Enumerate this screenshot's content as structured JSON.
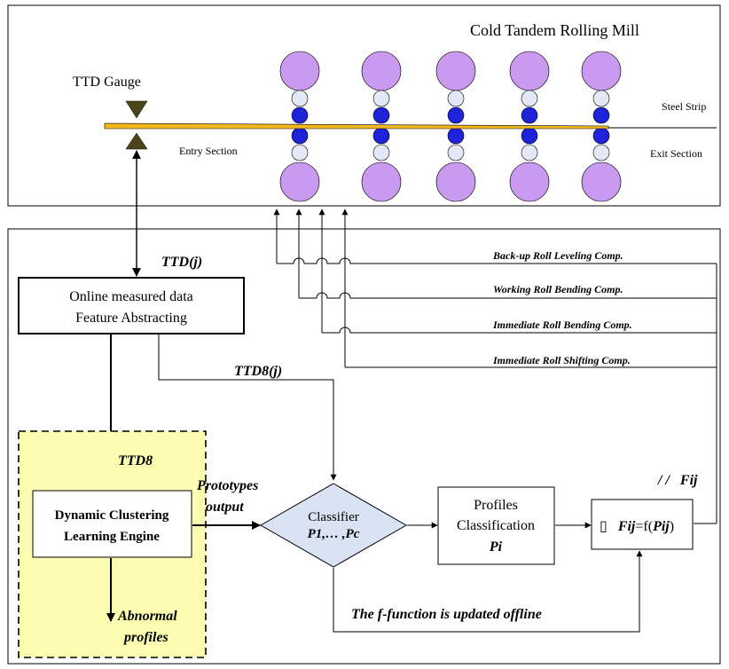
{
  "mill": {
    "title": "Cold Tandem Rolling Mill",
    "gauge_label": "TTD Gauge",
    "entry_label": "Entry  Section",
    "exit_label": "Exit Section",
    "strip_label": "Steel Strip",
    "stand_count": 5
  },
  "comp_lines": [
    "Back-up Roll Leveling Comp.",
    "Working Roll Bending Comp.",
    "Immediate Roll Bending Comp.",
    "Immediate Roll Shifting Comp."
  ],
  "signals": {
    "ttd_j": "TTD(j)",
    "ttd8_j": "TTD8(j)",
    "ttd8": "TTD8",
    "prototypes_1": "Prototypes",
    "prototypes_2": "output",
    "delta_fij": "Fij",
    "f_function": "The f-function is updated offline",
    "abnormal_1": "Abnormal",
    "abnormal_2": "profiles"
  },
  "blocks": {
    "feature_1": "Online measured data",
    "feature_2": "Feature Abstracting",
    "engine_1": "Dynamic Clustering",
    "engine_2": "Learning Engine",
    "classifier_1": "Classifier",
    "classifier_2": "P1,… ,Pc",
    "profiles_1": "Profiles",
    "profiles_2": "Classification",
    "profiles_3": "Pi",
    "fij_eq": "Fij",
    "fij_rhs": "=f(",
    "fij_p": "Pij",
    "fij_close": ")"
  },
  "colors": {
    "line": "#000000",
    "strip": "#f2b81e",
    "large_roll": "#c99af0",
    "work_roll": "#1e22d9",
    "mid_roll": "#e4e8f4",
    "gauge": "#4a4418",
    "classifier_fill": "#d9e3f4",
    "learning_bg": "#fdfdb2"
  }
}
